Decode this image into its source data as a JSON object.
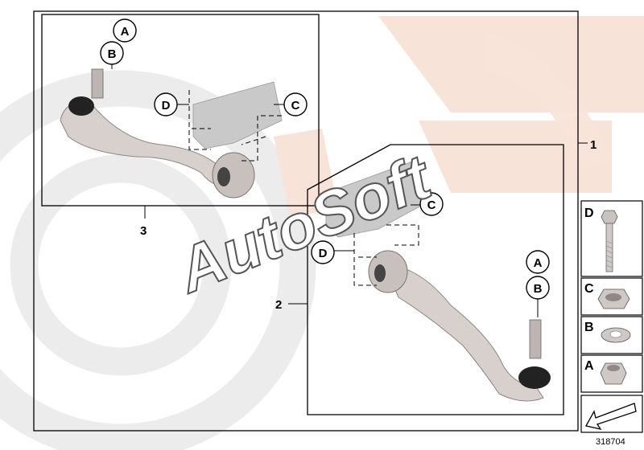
{
  "watermark": {
    "text": "AutoSoft"
  },
  "main_assembly": {
    "number": "1"
  },
  "front_view": {
    "number": "3",
    "callouts": [
      "A",
      "B",
      "C",
      "D"
    ]
  },
  "rear_view": {
    "number": "2",
    "callouts": [
      "A",
      "B",
      "C",
      "D"
    ]
  },
  "parts_sidebar": [
    {
      "letter": "D",
      "name": "bolt-icon"
    },
    {
      "letter": "C",
      "name": "hex-nut-icon"
    },
    {
      "letter": "B",
      "name": "washer-icon"
    },
    {
      "letter": "A",
      "name": "self-locking-nut-icon"
    }
  ],
  "nav_arrow": {
    "icon": "arrow-icon"
  },
  "diagram_id": "318704",
  "colors": {
    "watermark_beige": "#f7e3d8",
    "watermark_grey": "#ededed",
    "part_metal": "#d8d0cc",
    "part_shadow": "#b5aba6",
    "bracket_grey": "#c9c9c9"
  }
}
